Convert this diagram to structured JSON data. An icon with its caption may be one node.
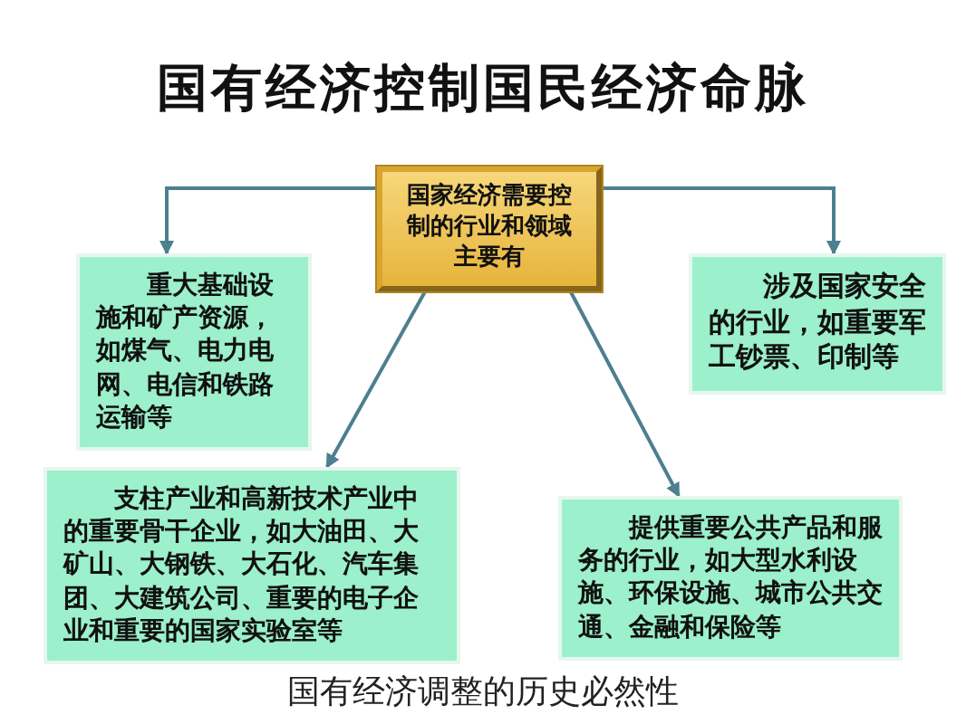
{
  "diagram": {
    "title": "国有经济控制国民经济命脉",
    "caption": "国有经济调整的历史必然性",
    "nodes": [
      {
        "text": [
          "国家经济需要控制的行业和领域主要有"
        ]
      },
      {
        "text": [
          "重大基础设施和矿产资源，如煤气、电力电网、电信和铁路运输等"
        ]
      },
      {
        "text": [
          "涉及国家安全的行业，如重要军工钞票、印制等"
        ]
      },
      {
        "text": [
          "支柱产业和高新技术产业中的重要骨干企业，如大油田、大矿山、大钢铁、大石化、汽车集团、大建筑公司、重要的电子企业和重要的国家实验室等"
        ]
      },
      {
        "text": [
          "提供重要公共产品和服务的行业，如大型水利设施、环保设施、城市公共交通、金融和保险等"
        ]
      }
    ],
    "edges": [
      {
        "from": 0,
        "to": 1,
        "arrow": "to"
      },
      {
        "from": 0,
        "to": 2,
        "arrow": "to"
      },
      {
        "from": 0,
        "to": 3,
        "arrow": "to"
      },
      {
        "from": 0,
        "to": 4,
        "arrow": "to"
      }
    ]
  }
}
